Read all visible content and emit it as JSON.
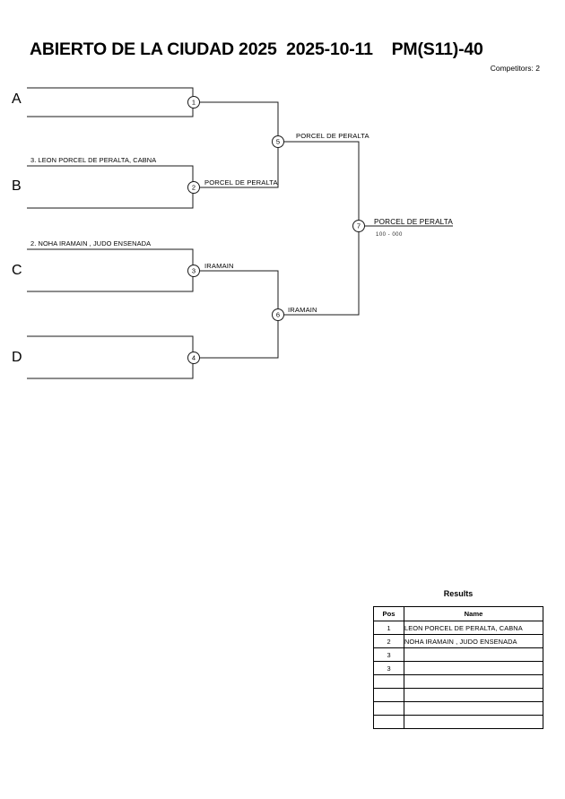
{
  "header": {
    "title": "ABIERTO DE LA CIUDAD 2025  2025-10-11    PM(S11)-40",
    "competitors": "Competitors: 2"
  },
  "bracket": {
    "quadrant_labels": [
      "A",
      "B",
      "C",
      "D"
    ],
    "entries": [
      {
        "slot": "B-top",
        "text": "3. LEON PORCEL DE PERALTA, CABNA"
      },
      {
        "slot": "C-top",
        "text": "2. NOHA IRAMAIN , JUDO ENSENADA"
      }
    ],
    "matches": [
      {
        "number": "1",
        "winner": ""
      },
      {
        "number": "2",
        "winner": "PORCEL DE PERALTA"
      },
      {
        "number": "3",
        "winner": "IRAMAIN"
      },
      {
        "number": "4",
        "winner": ""
      },
      {
        "number": "5",
        "winner": "PORCEL DE PERALTA"
      },
      {
        "number": "6",
        "winner": "IRAMAIN"
      },
      {
        "number": "7",
        "winner": "PORCEL DE PERALTA",
        "score": "100 - 000"
      }
    ]
  },
  "results": {
    "title": "Results",
    "columns": [
      "Pos",
      "Name"
    ],
    "rows": [
      {
        "pos": "1",
        "name": "LEON PORCEL DE PERALTA, CABNA"
      },
      {
        "pos": "2",
        "name": "NOHA IRAMAIN , JUDO ENSENADA"
      },
      {
        "pos": "3",
        "name": ""
      },
      {
        "pos": "3",
        "name": ""
      },
      {
        "pos": "",
        "name": ""
      },
      {
        "pos": "",
        "name": ""
      },
      {
        "pos": "",
        "name": ""
      },
      {
        "pos": "",
        "name": ""
      }
    ]
  },
  "colors": {
    "line": "#1a1a1a",
    "text": "#000000",
    "background": "#ffffff"
  }
}
